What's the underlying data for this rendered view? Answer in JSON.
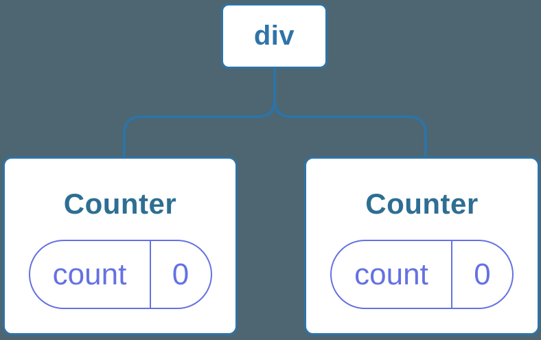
{
  "diagram": {
    "root": {
      "label": "div"
    },
    "children": [
      {
        "title": "Counter",
        "state_key": "count",
        "state_value": "0"
      },
      {
        "title": "Counter",
        "state_key": "count",
        "state_value": "0"
      }
    ]
  },
  "colors": {
    "background": "#4D6671",
    "connector": "#2E73A6",
    "node_border": "#2E73A6",
    "node_background": "#FFFFFF",
    "root_label": "#2F74A8",
    "component_title": "#2E6E93",
    "state_pill": "#6571E2"
  }
}
